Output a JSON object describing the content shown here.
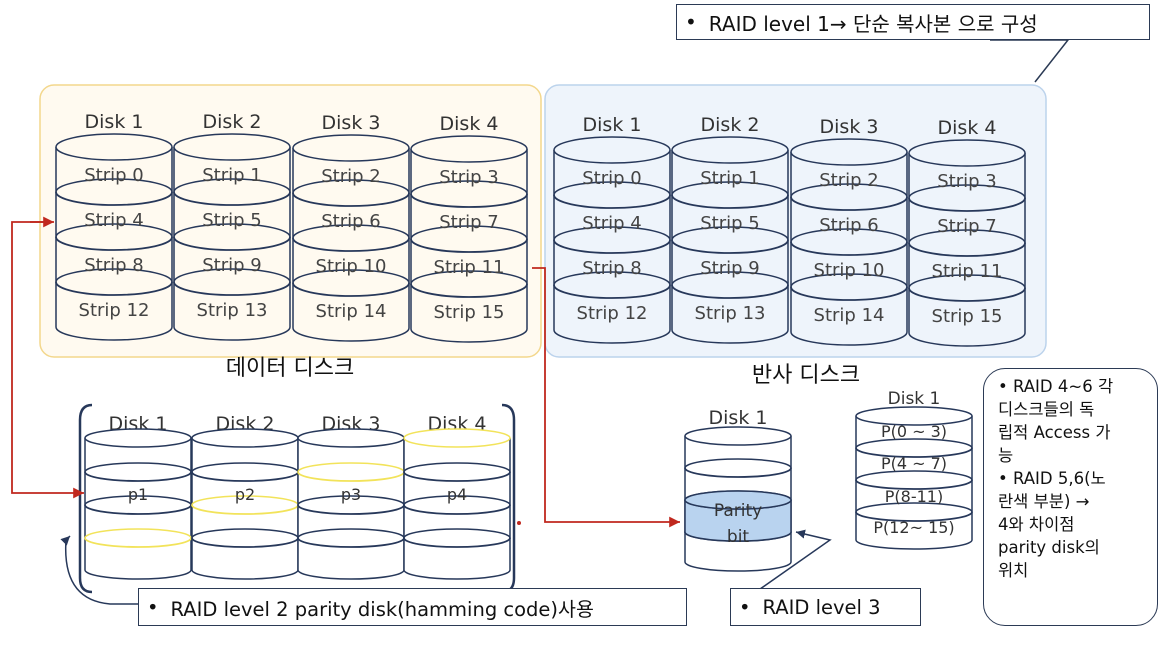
{
  "raid1_label": "RAID level 1→ 단순 복사본 으로 구성",
  "data_disks": {
    "caption": "데이터 디스크",
    "disk_headers": [
      "Disk 1",
      "Disk 2",
      "Disk 3",
      "Disk 4"
    ],
    "strips": [
      [
        "Strip 0",
        "Strip 1",
        "Strip 2",
        "Strip 3"
      ],
      [
        "Strip 4",
        "Strip 5",
        "Strip 6",
        "Strip 7"
      ],
      [
        "Strip 8",
        "Strip 9",
        "Strip 10",
        "Strip 11"
      ],
      [
        "Strip 12",
        "Strip 13",
        "Strip 14",
        "Strip 15"
      ]
    ]
  },
  "mirror_disks": {
    "caption": "반사 디스크",
    "disk_headers": [
      "Disk 1",
      "Disk 2",
      "Disk 3",
      "Disk 4"
    ],
    "strips": [
      [
        "Strip 0",
        "Strip 1",
        "Strip 2",
        "Strip 3"
      ],
      [
        "Strip 4",
        "Strip 5",
        "Strip 6",
        "Strip 7"
      ],
      [
        "Strip 8",
        "Strip 9",
        "Strip 10",
        "Strip 11"
      ],
      [
        "Strip 12",
        "Strip 13",
        "Strip 14",
        "Strip 15"
      ]
    ]
  },
  "raid2": {
    "disk_headers": [
      "Disk 1",
      "Disk 2",
      "Disk 3",
      "Disk 4"
    ],
    "parity_labels": [
      "p1",
      "p2",
      "p3",
      "p4"
    ],
    "label": "RAID level 2 parity disk(hamming code)사용"
  },
  "raid3": {
    "disk_header": "Disk 1",
    "parity_line1": "Parity",
    "parity_line2": "bit",
    "label": "RAID level 3"
  },
  "raid4": {
    "disk_header": "Disk 1",
    "parity_labels": [
      "P(0 ~ 3)",
      "P(4 ~ 7)",
      "P(8-11)",
      "P(12~ 15)"
    ]
  },
  "note": {
    "lines": [
      "• RAID 4~6 각",
      "디스크들의 독",
      "립적 Access 가",
      "능",
      "• RAID 5,6(노",
      "란색 부분) →",
      "4와 차이점",
      "parity disk의",
      "위치"
    ]
  },
  "colors": {
    "data_panel_bg": "#fffaf0",
    "data_panel_border": "#f3d78c",
    "mirror_panel_bg": "#eef4fb",
    "mirror_panel_border": "#bcd3ec",
    "cylinder_stroke": "#27385a",
    "highlight_yellow": "#f2e35a",
    "parity_fill": "#b9d3ef",
    "arrow_red": "#c0281e"
  }
}
